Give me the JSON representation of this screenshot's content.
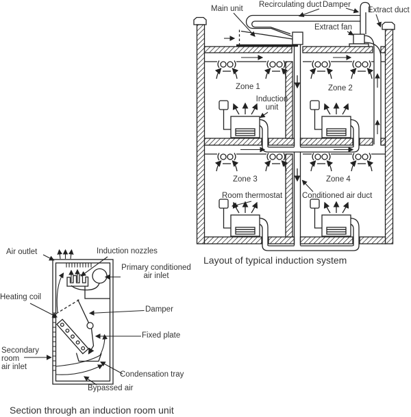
{
  "colors": {
    "ink": "#222222",
    "text": "#333333",
    "background": "#ffffff"
  },
  "layout_diagram": {
    "caption": "Layout of typical induction system",
    "labels": {
      "main_unit": "Main unit",
      "recirculating_duct": "Recirculating duct",
      "damper": "Damper",
      "extract_duct": "Extract duct",
      "extract_fan": "Extract fan",
      "zone_1": "Zone 1",
      "zone_2": "Zone 2",
      "zone_3": "Zone 3",
      "zone_4": "Zone 4",
      "induction_unit_line_1": "Induction",
      "induction_unit_line_2": "unit",
      "room_thermostat": "Room thermostat",
      "conditioned_air_duct": "Conditioned air duct"
    }
  },
  "section_diagram": {
    "caption": "Section through an induction room unit",
    "labels": {
      "air_outlet": "Air outlet",
      "induction_nozzles": "Induction nozzles",
      "primary_inlet_line_1": "Primary conditioned",
      "primary_inlet_line_2": "air inlet",
      "heating_coil": "Heating coil",
      "damper": "Damper",
      "fixed_plate": "Fixed plate",
      "secondary_inlet_line_1": "Secondary",
      "secondary_inlet_line_2": "room",
      "secondary_inlet_line_3": "air inlet",
      "condensation_tray": "Condensation tray",
      "bypassed_air": "Bypassed air"
    }
  }
}
